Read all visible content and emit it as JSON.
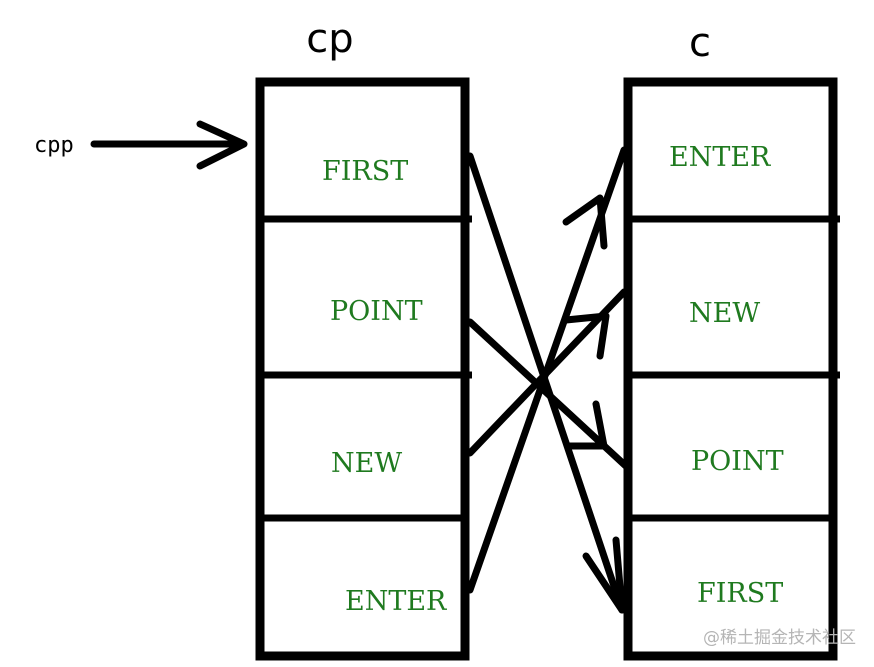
{
  "cp_title": "cp",
  "c_title": "c",
  "pointer_label": "cpp",
  "cp_cells": [
    "FIRST",
    "POINT",
    "NEW",
    "ENTER"
  ],
  "c_cells": [
    "ENTER",
    "NEW",
    "POINT",
    "FIRST"
  ],
  "text_color": "#1f7a1f",
  "watermark": "@稀土掘金技术社区"
}
